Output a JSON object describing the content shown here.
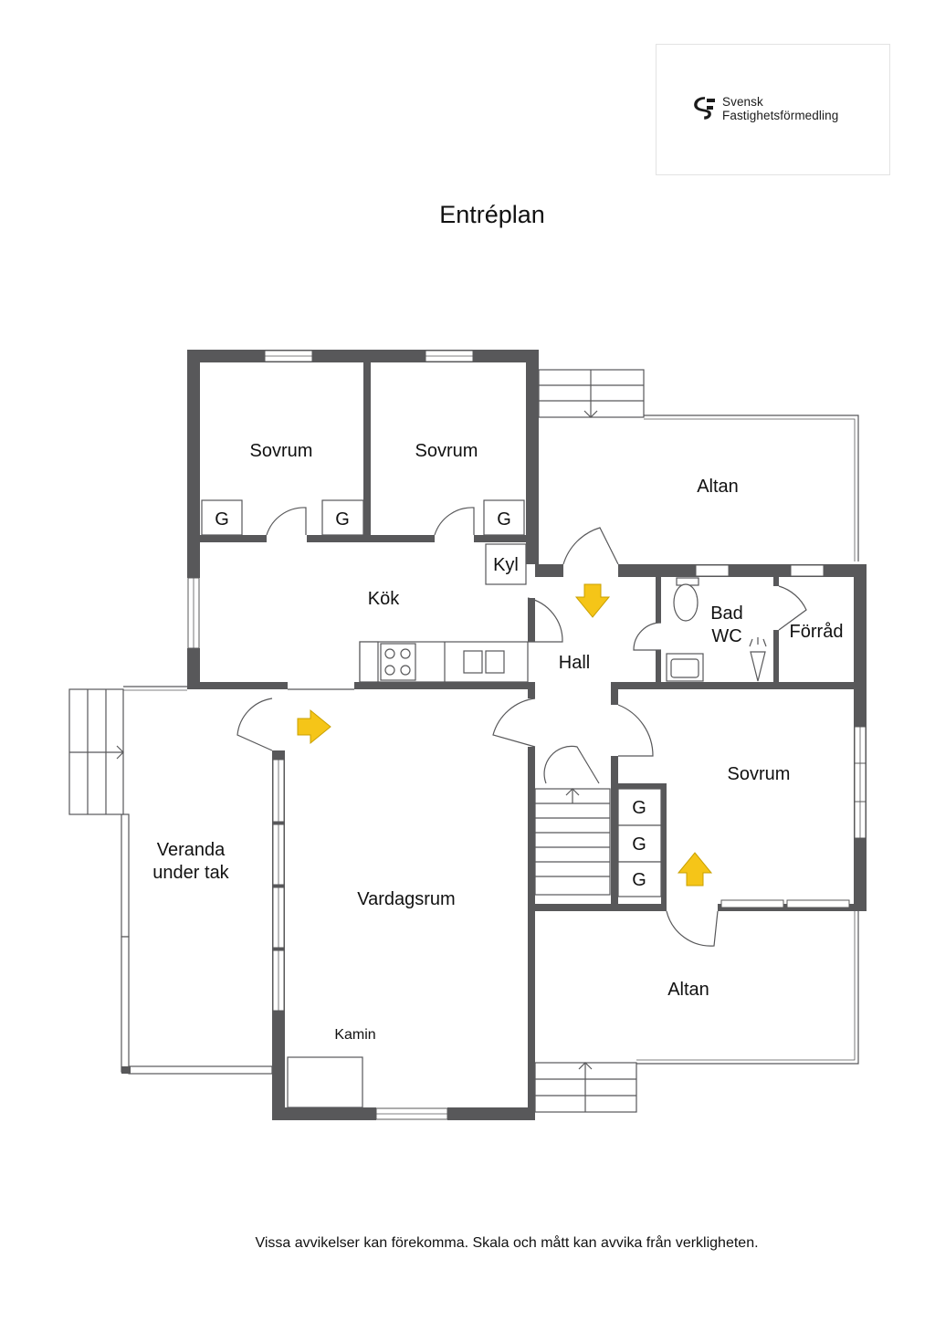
{
  "brand": {
    "name_line1": "Svensk",
    "name_line2": "Fastighetsförmedling",
    "logo_icon": "sf-logo-icon"
  },
  "title": "Entréplan",
  "rooms": {
    "sovrum_1": "Sovrum",
    "sovrum_2": "Sovrum",
    "sovrum_3": "Sovrum",
    "altan_top": "Altan",
    "altan_bottom": "Altan",
    "kok": "Kök",
    "hall": "Hall",
    "bad_line1": "Bad",
    "bad_line2": "WC",
    "forrad": "Förråd",
    "veranda_line1": "Veranda",
    "veranda_line2": "under tak",
    "vardagsrum": "Vardagsrum",
    "kamin": "Kamin"
  },
  "fixtures": {
    "wardrobe": "G",
    "fridge": "Kyl"
  },
  "colors": {
    "wall": "#58585a",
    "arrow": "#f5c518",
    "arrow_stroke": "#c9a000"
  },
  "disclaimer": "Vissa avvikelser kan förekomma. Skala och mått kan avvika från verkligheten."
}
